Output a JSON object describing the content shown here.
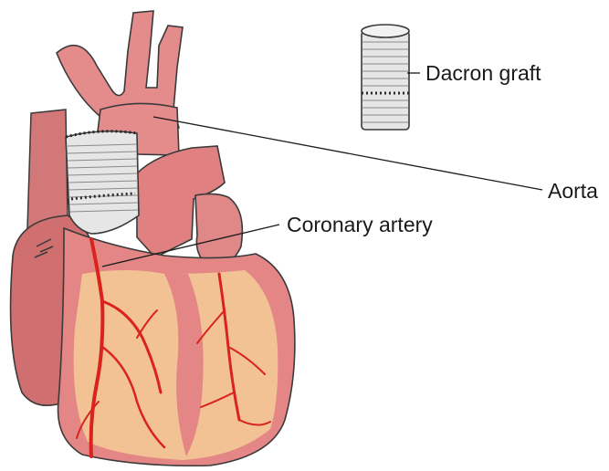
{
  "labels": {
    "dacron_graft": "Dacron graft",
    "aorta": "Aorta",
    "coronary_artery": "Coronary artery"
  },
  "colors": {
    "heart_fill": "#e08585",
    "heart_dark": "#c96565",
    "vessel_fill": "#e48c8c",
    "fat_fill": "#f2c194",
    "artery_red": "#d9231d",
    "graft_fill": "#e6e6e6",
    "outline": "#3a3a3a"
  },
  "icons": [
    "heart-illustration",
    "graft-tube-icon"
  ]
}
